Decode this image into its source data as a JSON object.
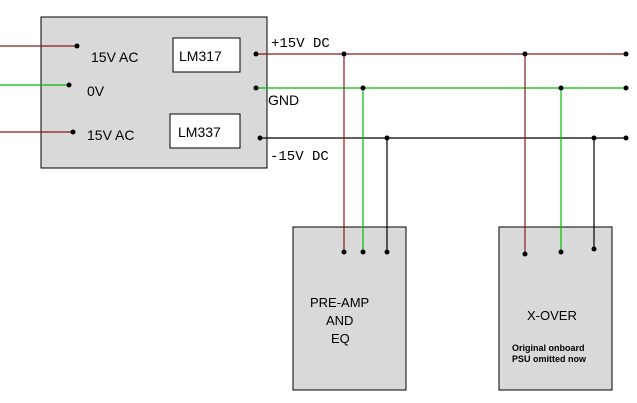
{
  "psu": {
    "inputs": [
      "15V AC",
      "0V",
      "15V AC"
    ],
    "regulators": [
      "LM317",
      "LM337"
    ],
    "outputs": [
      "+15V DC",
      "GND",
      "-15V DC"
    ]
  },
  "modules": {
    "preamp": {
      "lines": [
        "PRE-AMP",
        "AND",
        "EQ"
      ]
    },
    "xover": {
      "title": "X-OVER",
      "note_lines": [
        "Original onboard",
        "PSU omitted now"
      ]
    }
  },
  "colors": {
    "box_fill": "#d9d9d9",
    "positive_rail": "#8b1a1a",
    "ground_rail": "#00c000",
    "negative_rail": "#000000"
  }
}
